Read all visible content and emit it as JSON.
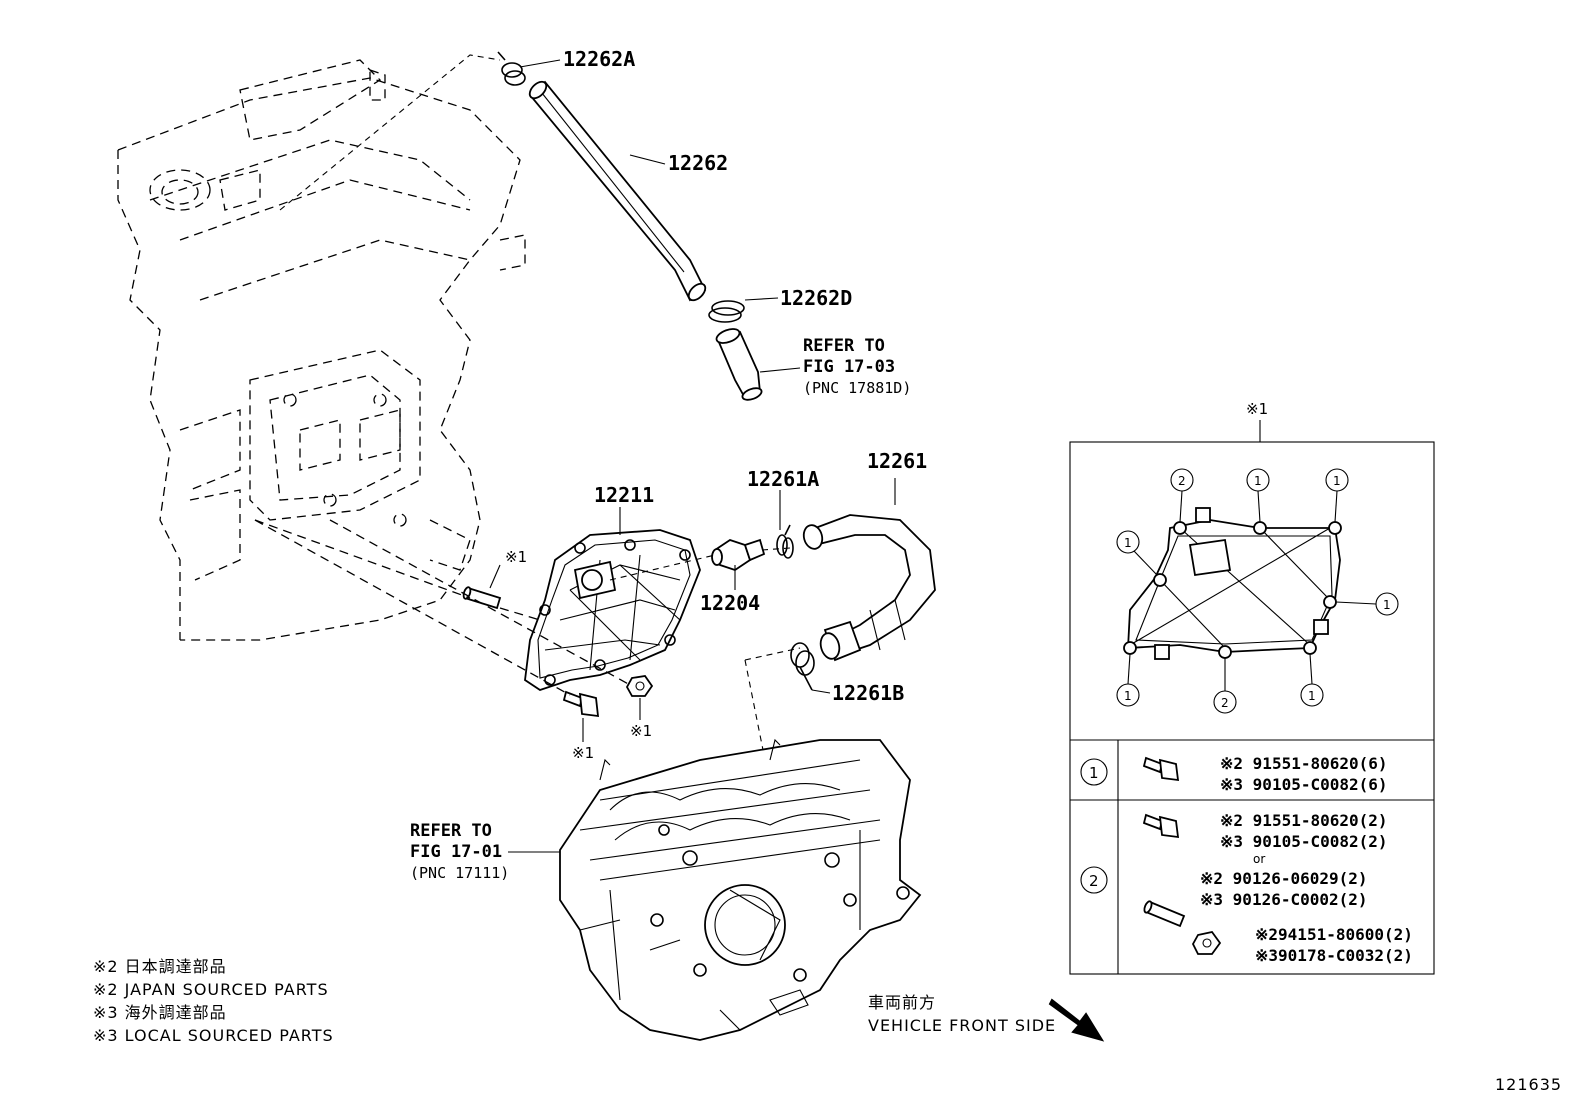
{
  "labels": {
    "p12262A": "12262A",
    "p12262": "12262",
    "p12262D": "12262D",
    "p12261": "12261",
    "p12261A": "12261A",
    "p12211": "12211",
    "p12204": "12204",
    "p12261B": "12261B"
  },
  "refer_top": {
    "line1": "REFER TO",
    "line2": "FIG 17-03",
    "line3": "(PNC 17881D)"
  },
  "refer_bottom": {
    "line1": "REFER TO",
    "line2": "FIG 17-01",
    "line3": "(PNC 17111)"
  },
  "marks": {
    "m1": "※1"
  },
  "notes": [
    "※2 日本調達部品",
    "※2 JAPAN SOURCED PARTS",
    "※3 海外調達部品",
    "※3 LOCAL SOURCED PARTS"
  ],
  "vehicle_front": {
    "jp": "車両前方",
    "en": "VEHICLE FRONT SIDE"
  },
  "figure_number": "121635",
  "detail_box": {
    "title": "※1",
    "circle_1": "1",
    "circle_2": "2",
    "row1": {
      "a": "※2 91551-80620(6)",
      "b": "※3 90105-C0082(6)"
    },
    "row2": {
      "a": "※2 91551-80620(2)",
      "b": "※3 90105-C0082(2)",
      "or": "or",
      "c": "※2 90126-06029(2)",
      "d": "※3 90126-C0002(2)",
      "e": "※294151-80600(2)",
      "f": "※390178-C0032(2)"
    }
  }
}
